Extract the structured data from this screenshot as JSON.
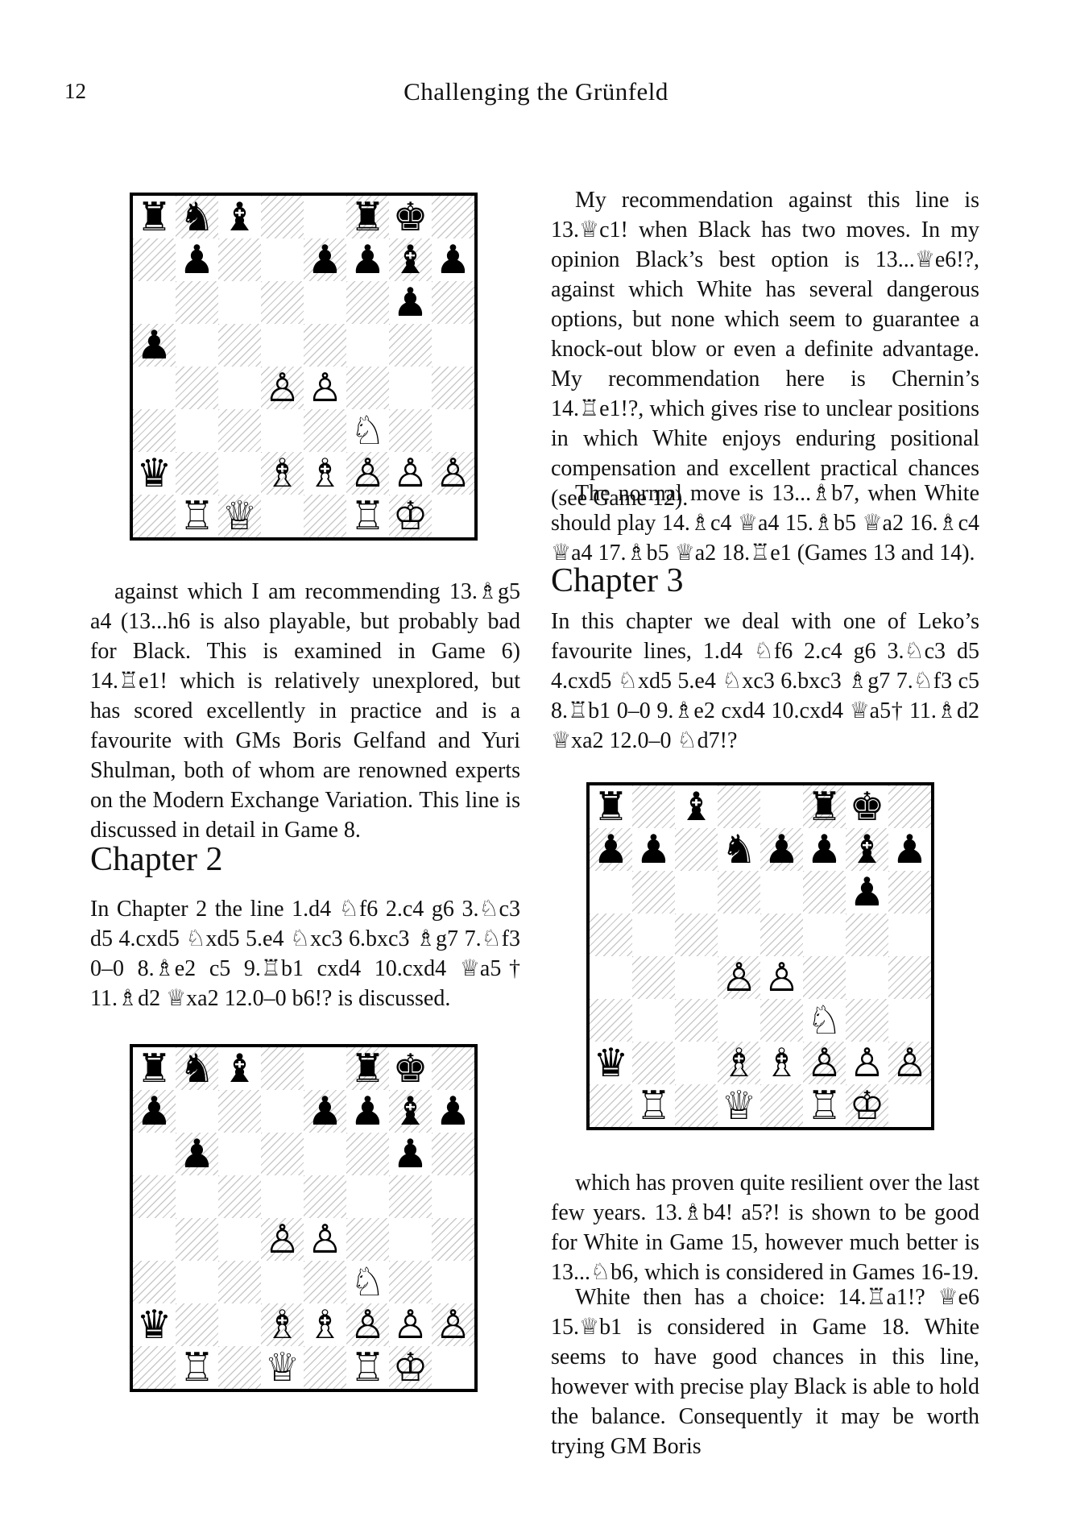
{
  "page": {
    "number": "12",
    "header": "Challenging the Grünfeld"
  },
  "left_column": {
    "diagram1": {
      "description": "Chapter 1 position, Black queen a2, White queen c1",
      "fen": "rnb2rk1/1p2ppbp/6p1/p7/3PP3/5N2/q2BBPPP/1RQ2RK1"
    },
    "para1": "against which I am recommending 13.♗g5 a4 (13...h6 is also playable, but probably bad for Black. This is examined in Game 6) 14.♖e1! which is relatively unexplored, but has scored excellently in practice and is a favourite with GMs Boris Gelfand and Yuri Shulman, both of whom are renowned experts on the Modern Exchange Variation. This line is discussed in detail in Game 8.",
    "chapter2_heading": "Chapter 2",
    "para2": "In Chapter 2 the line 1.d4 ♘f6 2.c4 g6 3.♘c3 d5 4.cxd5 ♘xd5 5.e4 ♘xc3 6.bxc3 ♗g7 7.♘f3 0–0 8.♗e2 c5 9.♖b1 cxd4 10.cxd4 ♕a5† 11.♗d2 ♕xa2 12.0–0 b6!? is discussed.",
    "diagram2": {
      "description": "Chapter 2 position after 12...b6!?",
      "fen": "rnb2rk1/p3ppbp/1p4p1/8/3PP3/5N2/q2BBPPP/1R1Q1RK1"
    }
  },
  "right_column": {
    "para1": "My recommendation against this line is 13.♕c1! when Black has two moves. In my opinion Black’s best option is 13...♕e6!?, against which White has several dangerous options, but none which seem to guarantee a knock-out blow or even a definite advantage. My recommendation here is Chernin’s 14.♖e1!?, which gives rise to unclear positions in which White enjoys enduring positional compensation and excellent practical chances (see Game 12).",
    "para2": "The normal move is 13...♗b7, when White should play 14.♗c4 ♕a4 15.♗b5 ♕a2 16.♗c4 ♕a4 17.♗b5 ♕a2 18.♖e1 (Games 13 and 14).",
    "chapter3_heading": "Chapter 3",
    "para3": "In this chapter we deal with one of Leko’s favourite lines, 1.d4 ♘f6 2.c4 g6 3.♘c3 d5 4.cxd5 ♘xd5 5.e4 ♘xc3 6.bxc3 ♗g7 7.♘f3 c5 8.♖b1 0–0 9.♗e2 cxd4 10.cxd4 ♕a5† 11.♗d2 ♕xa2 12.0–0 ♘d7!?",
    "diagram3": {
      "description": "Chapter 3 position after 12...Nd7!?",
      "fen": "r1b2rk1/pp1nppbp/6p1/8/3PP3/5N2/q2BBPPP/1R1Q1RK1"
    },
    "para4": "which has proven quite resilient over the last few years. 13.♗b4! a5?! is shown to be good for White in Game 15, however much better is 13...♘b6, which is considered in Games 16-19.",
    "para5": "White then has a choice: 14.♖a1!? ♕e6 15.♕b1 is considered in Game 18. White seems to have good chances in this line, however with precise play Black is able to hold the balance. Consequently it may be worth trying GM Boris"
  }
}
